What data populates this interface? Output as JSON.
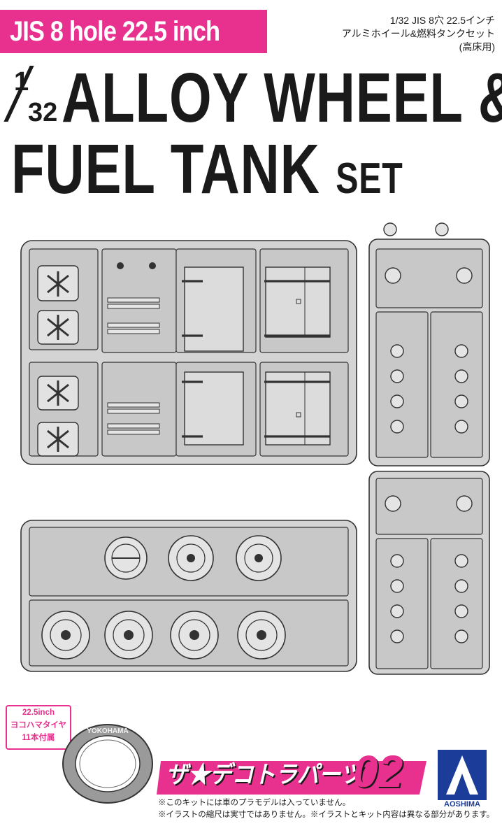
{
  "header": {
    "series_tag": "JIS 8 hole 22.5 inch",
    "jp_title_line1": "1/32 JIS 8穴 22.5インチ",
    "jp_title_line2": "アルミホイール&燃料タンクセット",
    "jp_title_line3": "(高床用)"
  },
  "title": {
    "scale_numerator": "1",
    "scale_denominator": "32",
    "line1": "ALLOY WHEEL &",
    "line2_main": "FUEL TANK",
    "line2_suffix": "SET"
  },
  "badge": {
    "line1": "22.5inch",
    "line2": "ヨコハマタイヤ",
    "line3": "11本付属"
  },
  "tire": {
    "brand": "YOKOHAMA"
  },
  "series": {
    "name": "ザ★デコトラパーツ",
    "number": "02"
  },
  "brand": {
    "name": "AOSHIMA",
    "color": "#1c3c9a"
  },
  "notes": {
    "line1": "※このキットには車のプラモデルは入っていません。",
    "line2": "※イラストの縮尺は実寸ではありません。※イラストとキット内容は異なる部分があります。"
  },
  "colors": {
    "pink": "#e8318f",
    "dark": "#1c1a1a",
    "plastic": "#d4d4d4",
    "outline": "#333333"
  }
}
